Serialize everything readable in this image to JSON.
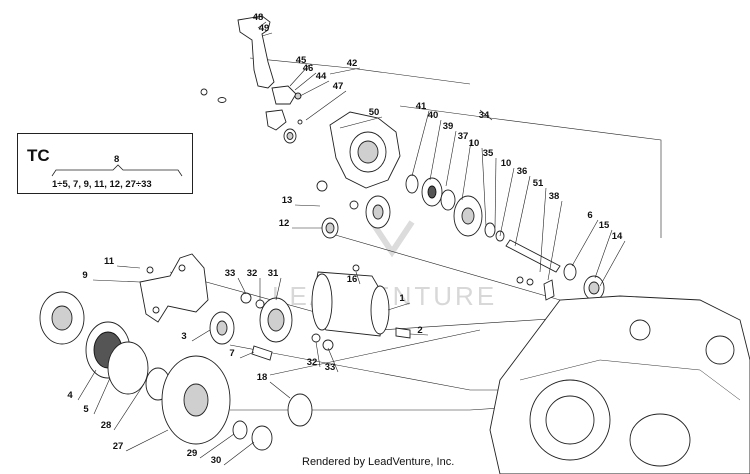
{
  "diagram": {
    "watermark": "LEADVENTURE",
    "footer": "Rendered by LeadVenture, Inc.",
    "legend_box": {
      "title": "TC",
      "group_number": "8",
      "range": "1÷5, 7, 9, 11, 12, 27÷33"
    },
    "callouts": [
      "48",
      "49",
      "45",
      "46",
      "44",
      "42",
      "47",
      "50",
      "41",
      "40",
      "39",
      "37",
      "10",
      "35",
      "34",
      "10",
      "36",
      "51",
      "38",
      "6",
      "15",
      "14",
      "13",
      "12",
      "11",
      "9",
      "33",
      "32",
      "31",
      "16",
      "1",
      "2",
      "3",
      "7",
      "32",
      "33",
      "4",
      "5",
      "28",
      "27",
      "18",
      "29",
      "30"
    ]
  }
}
